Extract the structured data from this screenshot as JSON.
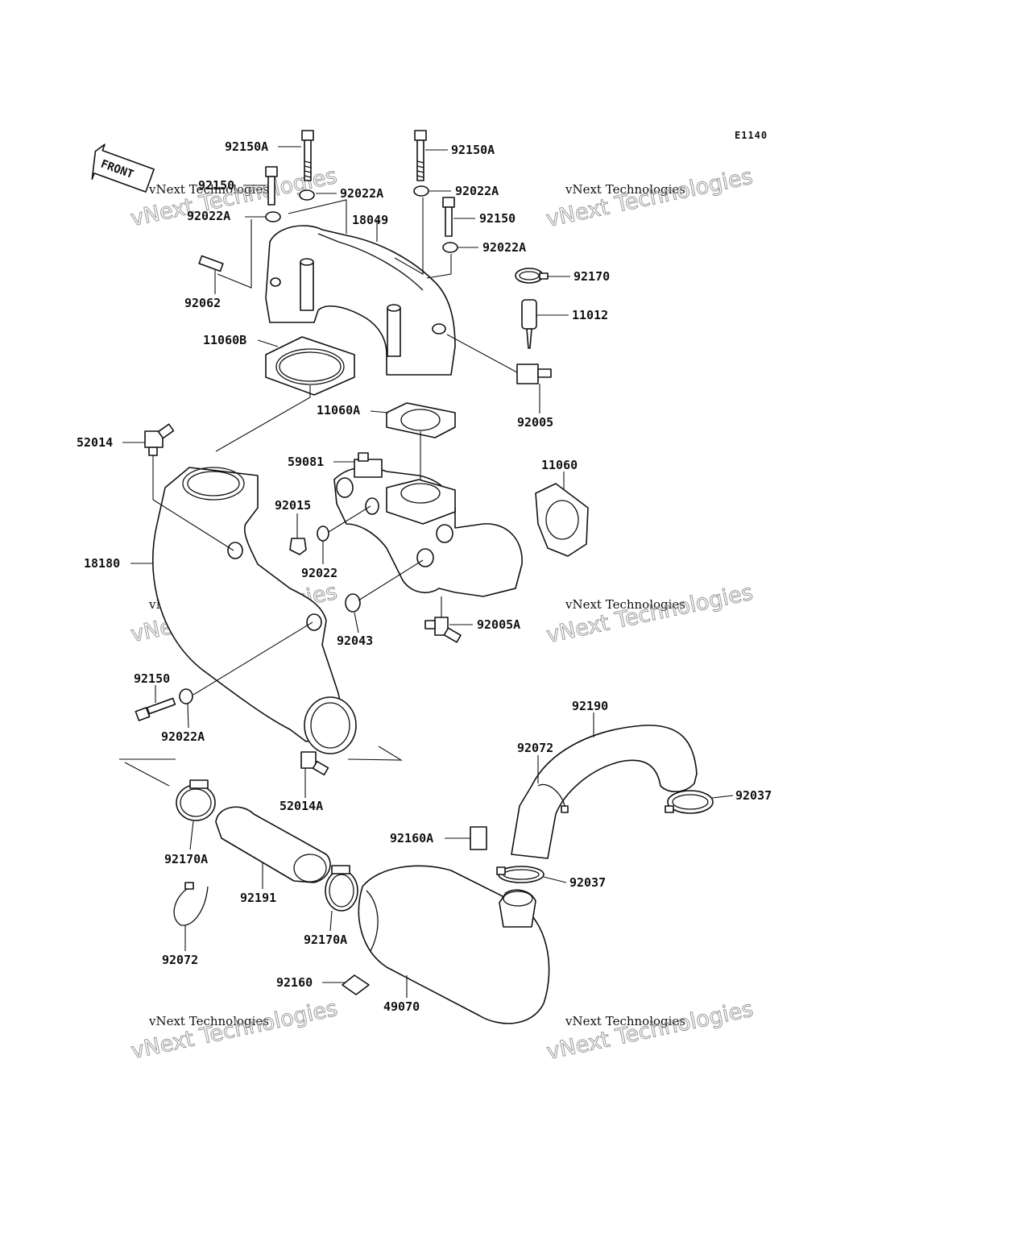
{
  "diagram": {
    "code": "E1140",
    "front_label": "FRONT",
    "watermark": {
      "line1": "vNext Technologies",
      "line2": "vNext Technologies"
    },
    "callouts": [
      "92150A",
      "92150A",
      "92150",
      "92022A",
      "92022A",
      "92022A",
      "18049",
      "92150",
      "92022A",
      "92062",
      "92170",
      "11012",
      "11060B",
      "92005",
      "11060A",
      "52014",
      "59081",
      "11060",
      "92015",
      "92022",
      "18180",
      "92043",
      "92005A",
      "92150",
      "92022A",
      "92190",
      "52014A",
      "92072",
      "92037",
      "92160A",
      "92170A",
      "92037",
      "92191",
      "92170A",
      "92072",
      "92160",
      "49070"
    ]
  }
}
